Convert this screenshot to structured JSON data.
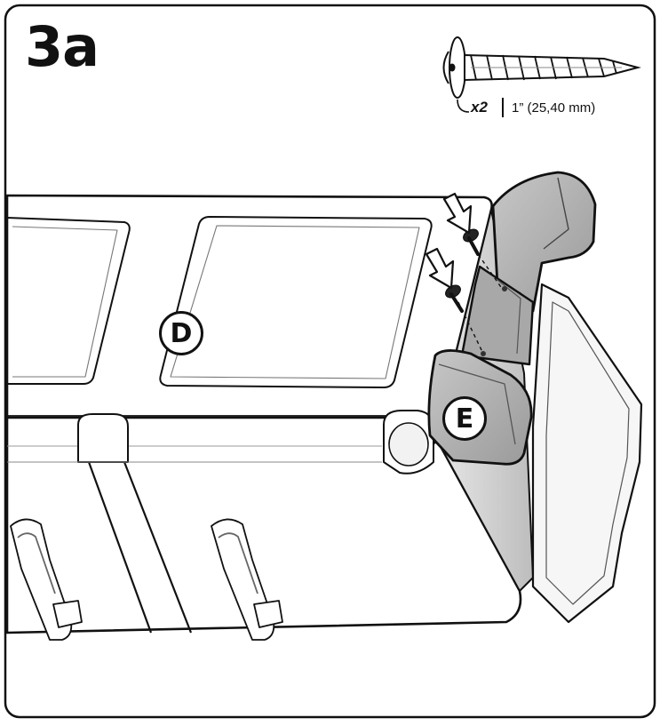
{
  "step": {
    "number": "3a"
  },
  "hardware": {
    "icon": "screw-icon",
    "quantity": "x2",
    "size": "1” (25,40 mm)"
  },
  "parts": {
    "d": "D",
    "e": "E"
  },
  "colors": {
    "outline": "#111111",
    "part_e_fill": "#b3b3b3",
    "background": "#ffffff"
  }
}
